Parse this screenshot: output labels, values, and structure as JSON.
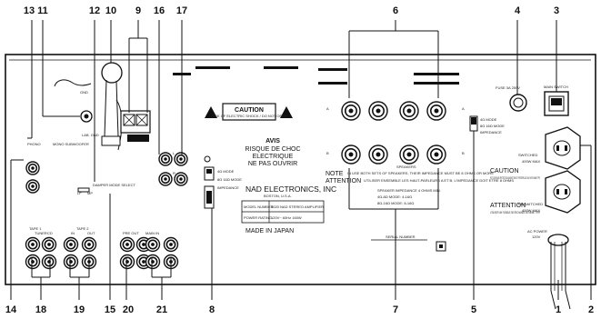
{
  "callouts": {
    "top": [
      "13",
      "11",
      "12",
      "10",
      "9",
      "16",
      "17",
      "6",
      "4",
      "3"
    ],
    "bottom": [
      "14",
      "18",
      "19",
      "15",
      "20",
      "21",
      "8",
      "7",
      "5",
      "1",
      "2"
    ]
  },
  "panel": {
    "caution_title": "CAUTION",
    "caution_sub": "RISK OF ELECTRIC SHOCK / DO NOT OPEN",
    "avis_title": "AVIS",
    "avis_lines": [
      "RISQUE DE CHOC",
      "ELECTRIQUE",
      "NE PAS OUVRIR"
    ],
    "brand": "NAD ELECTRONICS, INC",
    "brand_sub": "BOSTON, U.S.A.",
    "model_label": "MODEL NUMBER",
    "model_value": "3020 NAD STEREO AMPLIFIER",
    "power_label": "POWER RATING",
    "power_value": "120V~ 60Hz 160W",
    "made_in": "MADE IN JAPAN",
    "serial_label": "SERIAL NUMBER",
    "gnd_label": "GND",
    "mono_sub_label": "MONO SUBWOOFER",
    "lab_ground": "LAB. GND",
    "phono_label": "PHONO",
    "lf_label": "LF",
    "mp_label": "MP",
    "damper_label": "DAMPER MODE SELECT",
    "tuner_label": "TUNER",
    "cd_label": "CD",
    "tape1_label": "TAPE 1",
    "tape2_label": "TAPE 2",
    "pre_out_label": "PRE OUT",
    "main_in_label": "MAIN IN",
    "in_label": "IN",
    "out_label": "OUT",
    "l_label": "L",
    "r_label": "R",
    "a_label": "A",
    "b_label": "B",
    "speakers_label": "SPEAKERS",
    "note_label": "NOTE",
    "note_text": "IN USE BOTH SETS OF SPEAKERS, THEIR IMPEDANCE MUST BE 8 OHMS OR MORE",
    "attention_label": "ATTENTION",
    "attention_text": "UTILISER ENSEMBLE LES HAUT-PARLEURS A ET B, L'IMPEDANCE DOIT ETRE 8 OHMS",
    "speaker_lines": [
      "SPEAKER IMPEDANCE 4 OHMS MIN.",
      "4Ω-8Ω MODE: 4-16Ω",
      "8Ω-16Ω MODE: 8-16Ω"
    ],
    "impedance_switch": [
      "4Ω MODE",
      "8Ω 16Ω MODE",
      "IMPEDANCE"
    ],
    "fuse_label": "FUSE 3A 250V",
    "main_switch": "MAIN SWITCH",
    "switched_label": "SWITCHED",
    "switched_watts": "400W MAX",
    "unswitched_label": "UNSWITCHED",
    "unswitched_watts": "400W MAX",
    "caution2_label": "CAUTION",
    "caution2_text": "FOR CONTINUED PROTECTION AGAINST RISK OF FIRE REPLACE ONLY WITH SAME TYPE",
    "attention2_label": "ATTENTION",
    "attention2_text": "UTILISER UN FUSIBLE DE RECHANGE DE MEME TYPE",
    "ac_label": "AC POWER",
    "ac_value": "120V"
  }
}
